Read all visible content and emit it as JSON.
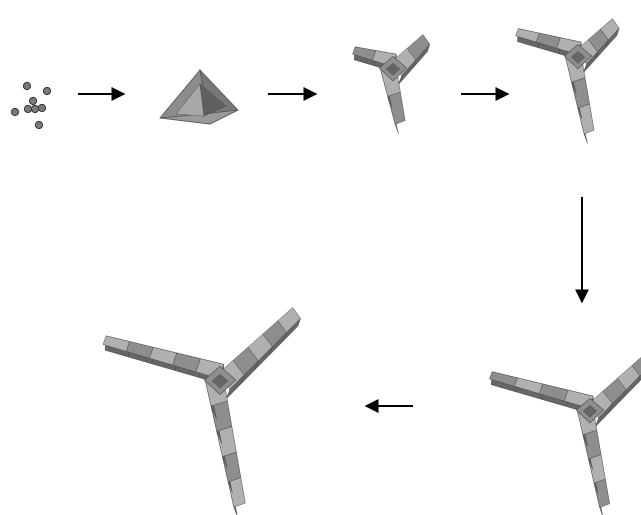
{
  "diagram": {
    "stages": [
      {
        "id": 1,
        "kind": "particle-cluster"
      },
      {
        "id": 2,
        "kind": "tetrahedron"
      },
      {
        "id": 3,
        "kind": "tripod",
        "arm_segments": 1
      },
      {
        "id": 4,
        "kind": "tripod",
        "arm_segments": 2
      },
      {
        "id": 5,
        "kind": "tripod",
        "arm_segments": 3
      },
      {
        "id": 6,
        "kind": "tripod",
        "arm_segments": 4
      }
    ],
    "arrows": [
      {
        "from": 1,
        "to": 2,
        "direction": "right"
      },
      {
        "from": 2,
        "to": 3,
        "direction": "right"
      },
      {
        "from": 3,
        "to": 4,
        "direction": "right"
      },
      {
        "from": 4,
        "to": 5,
        "direction": "down"
      },
      {
        "from": 5,
        "to": 6,
        "direction": "left"
      }
    ],
    "colors": {
      "background": "#ffffff",
      "arrow": "#000000",
      "light": "#b0b0b0",
      "mid": "#8e8e8e",
      "dark": "#666666",
      "outline": "#4a4a4a"
    }
  }
}
